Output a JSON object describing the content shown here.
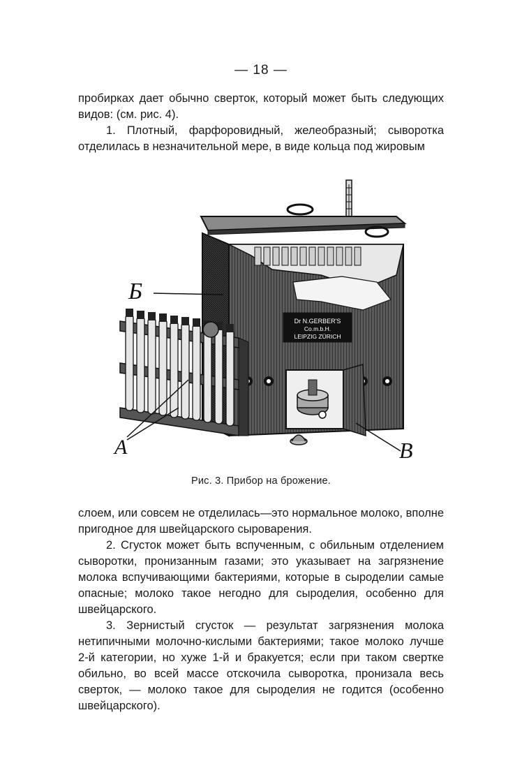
{
  "page_number": "— 18 —",
  "top_paragraphs": [
    "пробирках дает обычно сверток, который может быть следующих видов: (см. рис. 4).",
    "1. Плотный, фарфоровидный, желеобразный; сыворотка отделилась в незначительной мере, в виде кольца под жировым"
  ],
  "figure": {
    "plate_lines": [
      "Dr N.GERBER'S",
      "Co.m.b.H.",
      "LEIPZIG ZÜRICH"
    ],
    "labels": {
      "b": "Б",
      "a": "А",
      "v": "В"
    },
    "caption": "Рис. 3. Прибор на брожение."
  },
  "bottom_paragraphs": [
    "слоем, или совсем не отделилась—это нормальное молоко, вполне пригодное для швейцарского сыроварения.",
    "2. Сгусток может быть вспученным, с обильным отделением сыворотки, пронизанным газами; это указывает на загрязнение молока вспучивающими бактериями, которые в сыроделии самые опасные; молоко такое негодно для сыроделия, особенно для швейцарского.",
    "3. Зернистый сгусток — результат загрязнения молока нетипичными молочно-кислыми бактериями; такое молоко лучше 2-й категории, но хуже 1-й и бракуется; если при таком свертке обильно, во всей массе отскочила сыворотка, пронизала весь сверток, — молоко такое для сыроделия не годится (особенно швейцарского)."
  ]
}
